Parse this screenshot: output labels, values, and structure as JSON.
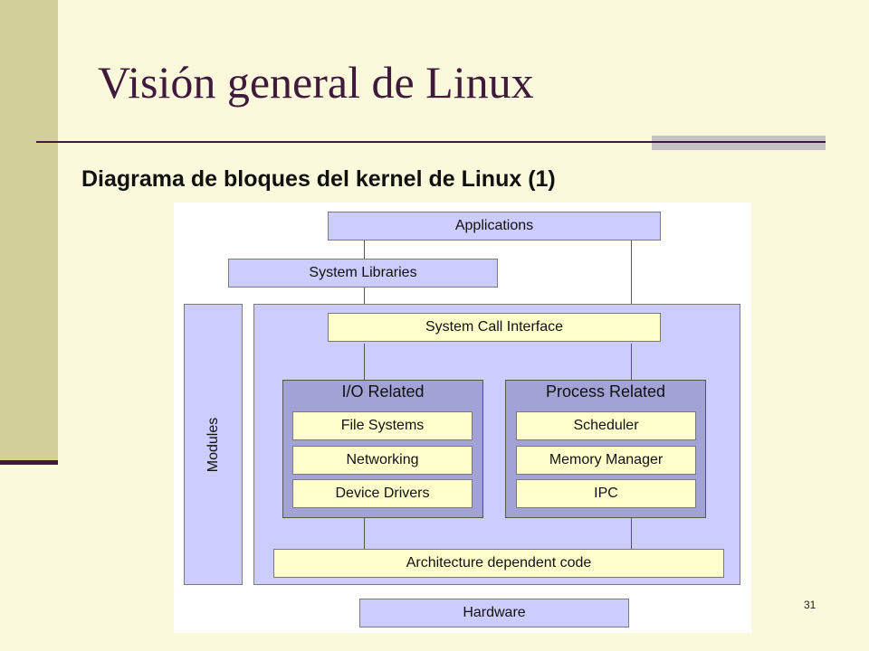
{
  "slide": {
    "title": "Visión general de Linux",
    "subtitle": "Diagrama de bloques del kernel de Linux (1)",
    "page_number": "31"
  },
  "diagram": {
    "applications": "Applications",
    "system_libraries": "System Libraries",
    "modules": "Modules",
    "system_call_interface": "System Call Interface",
    "io_related": {
      "title": "I/O Related",
      "items": [
        "File Systems",
        "Networking",
        "Device Drivers"
      ]
    },
    "process_related": {
      "title": "Process Related",
      "items": [
        "Scheduler",
        "Memory Manager",
        "IPC"
      ]
    },
    "architecture_code": "Architecture dependent code",
    "hardware": "Hardware"
  },
  "colors": {
    "background": "#fbf9dc",
    "sidebar": "#d2cf9b",
    "title": "#3f1a3d",
    "lavender_box": "#ccccff",
    "yellow_box": "#ffffcc",
    "group_box": "#a2a2d6"
  }
}
